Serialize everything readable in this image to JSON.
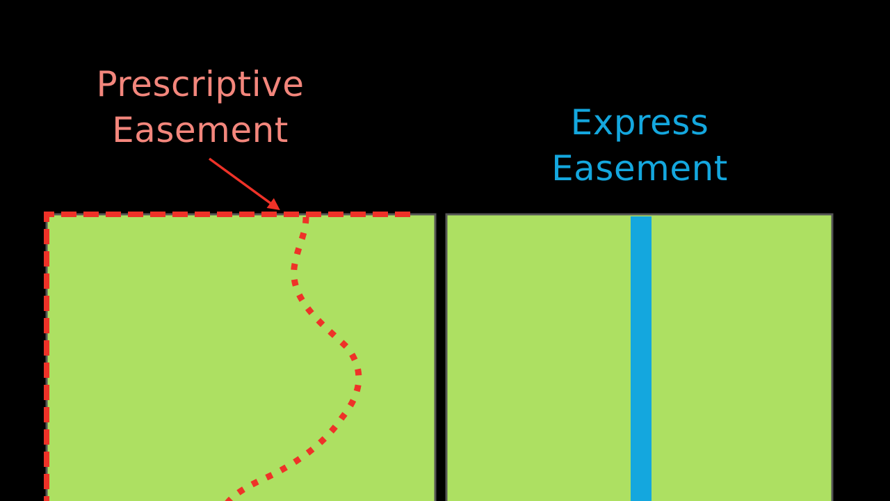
{
  "colors": {
    "background": "#000000",
    "parcel_fill": "#ade062",
    "parcel_border": "#555555",
    "prescriptive": "#f3867c",
    "prescriptive_line": "#ee3228",
    "express": "#14a7de"
  },
  "prescriptive_easement": {
    "label_line1": "Prescriptive",
    "label_line2": "Easement"
  },
  "express_easement": {
    "label_line1": "Express",
    "label_line2": "Easement"
  }
}
